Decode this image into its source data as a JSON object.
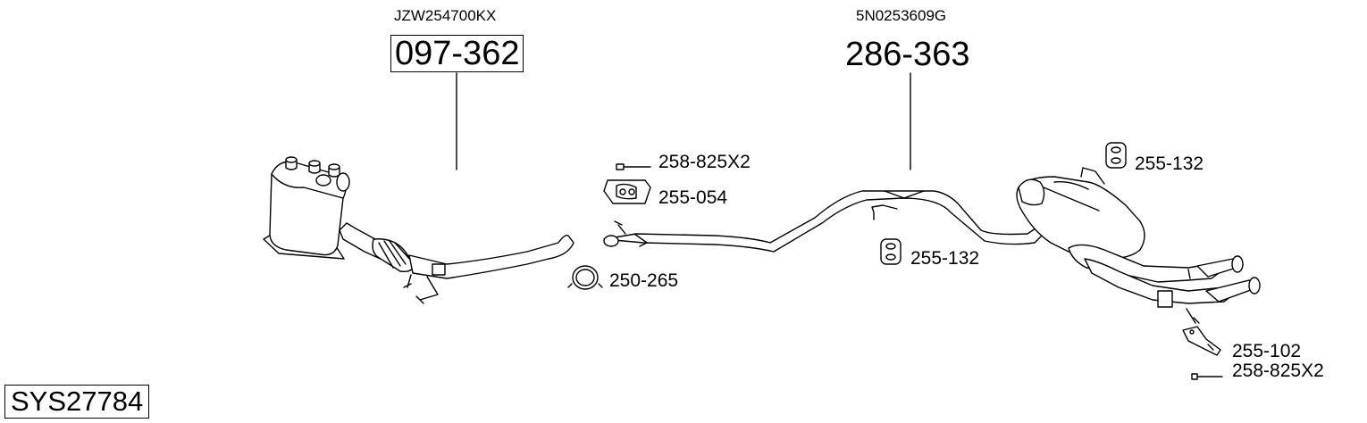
{
  "system_code": "SYS27784",
  "parts": {
    "dpf": {
      "oe_number": "JZW254700KX",
      "part_number": "097-362",
      "icon": "diesel-particulate-filter-icon"
    },
    "rear_silencer": {
      "oe_number": "5N0253609G",
      "part_number": "286-363",
      "icon": "rear-silencer-icon"
    }
  },
  "accessories": {
    "bolt_front": "258-825X2",
    "bracket_front": "255-054",
    "clamp": "250-265",
    "rubber_middle": "255-132",
    "rubber_rear": "255-132",
    "bracket_rear": "255-102",
    "bolt_rear": "258-825X2"
  },
  "colors": {
    "line": "#000000",
    "fill": "#ffffff",
    "shade": "#d9d9d9"
  }
}
